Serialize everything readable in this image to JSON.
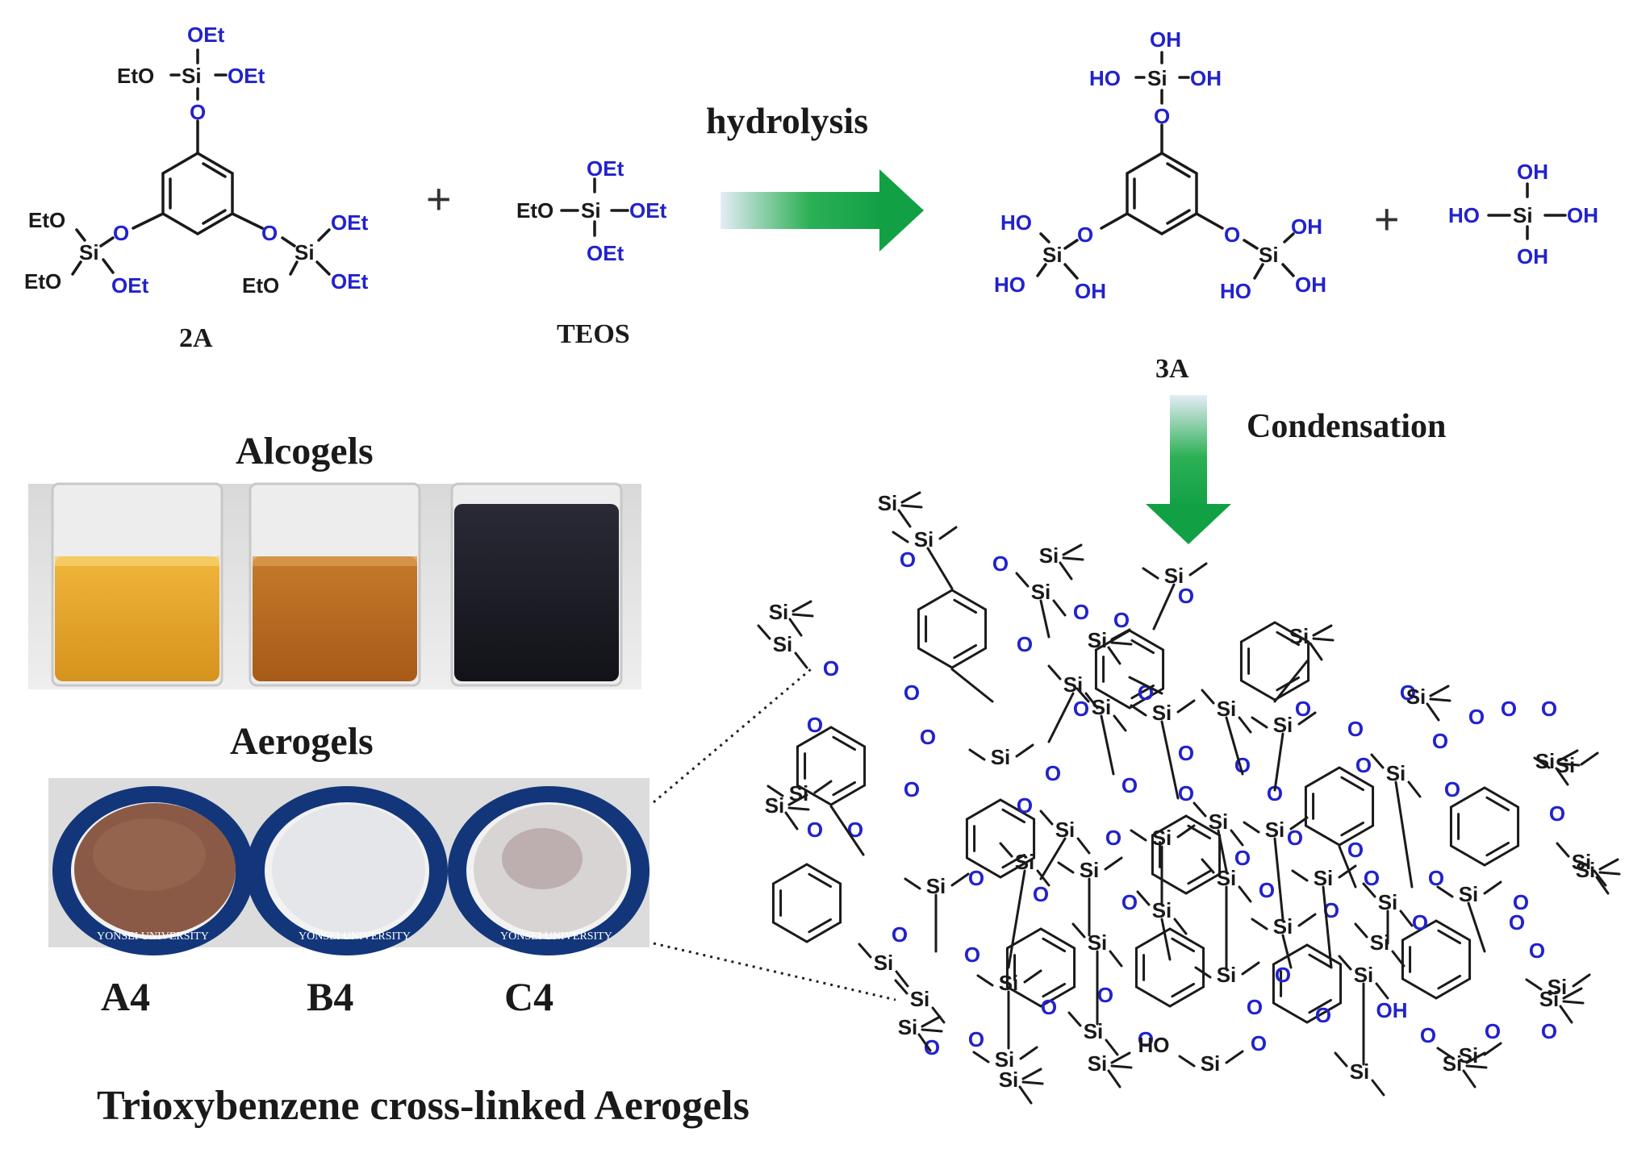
{
  "reaction": {
    "step1_label": "hydrolysis",
    "step2_label": "Condensation",
    "plus": "+"
  },
  "compounds": {
    "c2a": {
      "name": "2A",
      "atoms": {
        "si": "Si",
        "oet": "OEt",
        "eto": "EtO",
        "o": "O"
      }
    },
    "teos": {
      "name": "TEOS"
    },
    "c3a": {
      "name": "3A",
      "atoms": {
        "oh": "OH",
        "ho": "HO",
        "si": "Si",
        "o": "O"
      }
    }
  },
  "photos": {
    "alcogels_title": "Alcogels",
    "aerogels_title": "Aerogels",
    "samples": [
      "A4",
      "B4",
      "C4"
    ],
    "disc_text": "YONSEI UNIVERSITY",
    "colors": {
      "alcogel_1": "#e0a02a",
      "alcogel_2": "#b86a1e",
      "alcogel_3": "#1b1b26",
      "aerogel_1": "#8a5a46",
      "aerogel_2": "#e4e6ea",
      "aerogel_3": "#d8d4d4"
    }
  },
  "network": {
    "atoms": {
      "si": "Si",
      "o": "O",
      "oh": "OH",
      "ho": "HO"
    }
  },
  "caption": "Trioxybenzene cross-linked Aerogels",
  "colors": {
    "oxygen": "#2222cc",
    "arrow": "#1aa84a",
    "bond": "#1a1a1a"
  }
}
